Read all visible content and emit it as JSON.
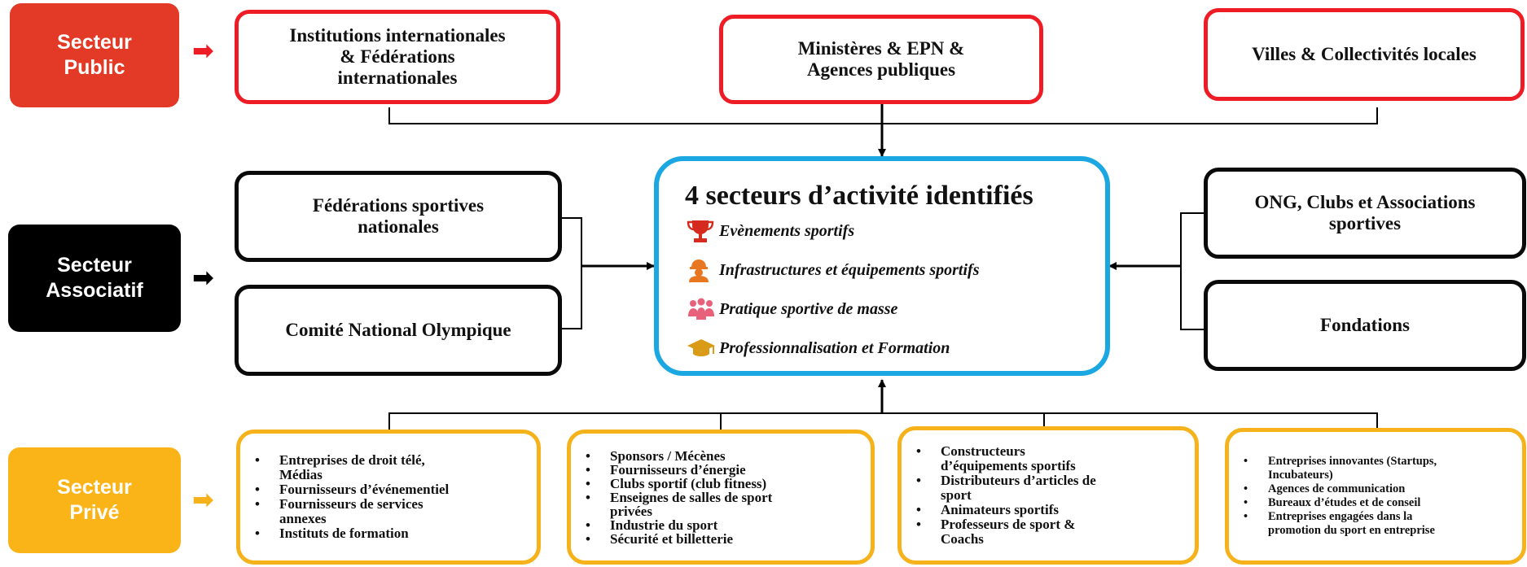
{
  "sectors": {
    "public": {
      "label": "Secteur\nPublic",
      "color": "#e23a26"
    },
    "associatif": {
      "label": "Secteur\nAssociatif",
      "color": "#000000"
    },
    "prive": {
      "label": "Secteur\nPrivé",
      "color": "#fbb417"
    }
  },
  "public_boxes": [
    "Institutions internationales\n& Fédérations\ninternationales",
    "Ministères & EPN &\nAgences publiques",
    "Villes & Collectivités locales"
  ],
  "assoc_left": [
    "Fédérations sportives\nnationales",
    "Comité National Olympique"
  ],
  "assoc_right": [
    "ONG, Clubs et Associations\nsportives",
    "Fondations"
  ],
  "center": {
    "title": "4 secteurs d’activité identifiés",
    "activities": [
      {
        "label": "Evènements sportifs",
        "icon": "trophy-icon"
      },
      {
        "label": "Infrastructures et équipements sportifs",
        "icon": "worker-icon"
      },
      {
        "label": "Pratique sportive de masse",
        "icon": "people-group-icon"
      },
      {
        "label": "Professionnalisation et Formation",
        "icon": "graduation-cap-icon"
      }
    ]
  },
  "private_boxes": [
    [
      "Entreprises  de droit télé,\nMédias",
      "Fournisseurs d’événementiel",
      "Fournisseurs de services\nannexes",
      "Instituts de formation"
    ],
    [
      "Sponsors / Mécènes",
      "Fournisseurs d’énergie",
      "Clubs sportif (club fitness)",
      "Enseignes de salles de sport\nprivées",
      "Industrie du sport",
      "Sécurité et billetterie"
    ],
    [
      "Constructeurs\nd’équipements sportifs",
      "Distributeurs d’articles de\nsport",
      "Animateurs sportifs",
      "Professeurs de sport &\nCoachs"
    ],
    [
      "Entreprises innovantes (Startups,\nIncubateurs)",
      "Agences de communication",
      "Bureaux d’études et de conseil",
      "Entreprises engagées dans la\npromotion du sport en entreprise"
    ]
  ],
  "colors": {
    "public_border": "#ee1c24",
    "center_border": "#1aa7e2",
    "private_border": "#f5b21a",
    "arrow_public": "#ee1c24",
    "arrow_prive": "#f5b21a"
  }
}
